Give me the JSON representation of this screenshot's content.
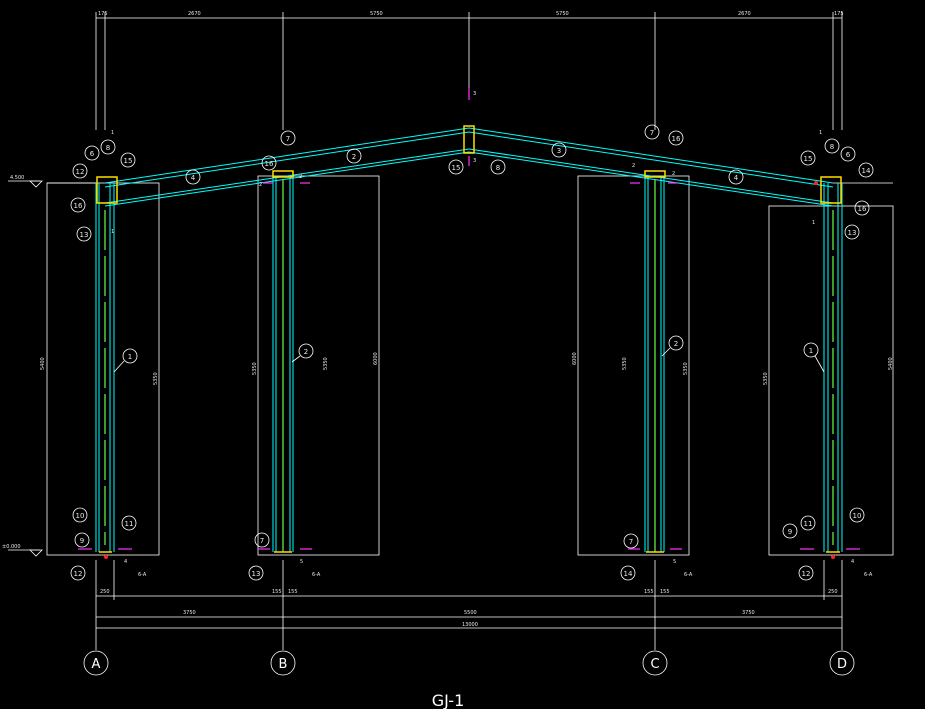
{
  "drawing": {
    "title": "GJ-1",
    "axes": [
      "A",
      "B",
      "C",
      "D"
    ],
    "top_dimensions": [
      "175",
      "2670",
      "5750",
      "5750",
      "2670",
      "175"
    ],
    "bottom_spans": [
      "3750",
      "5500",
      "3750"
    ],
    "bottom_total": "13000",
    "base_offsets": [
      "250",
      "155",
      "155",
      "155",
      "155",
      "250"
    ],
    "elevations": [
      "4.500",
      "±0.000"
    ],
    "heights": [
      "5400",
      "5350",
      "5350",
      "5350",
      "6000",
      "6000",
      "5350",
      "5350",
      "5350",
      "5400"
    ],
    "column_labels": [
      "1",
      "2",
      "2",
      "1"
    ],
    "beam_labels": [
      "4",
      "2",
      "3",
      "4",
      "3",
      "2"
    ],
    "detail_labels": [
      "1",
      "2",
      "3",
      "4",
      "5"
    ],
    "ref_callouts": [
      "6",
      "7",
      "8",
      "9",
      "10",
      "11",
      "12",
      "13",
      "14",
      "15",
      "16"
    ],
    "slope_note": "6-A"
  },
  "colors": {
    "line": "#ffffff",
    "member": "#00ffff",
    "flange": "#66ff44",
    "connection": "#ffdd00",
    "section_mark": "#ff33ff",
    "bolt": "#ff2020"
  }
}
